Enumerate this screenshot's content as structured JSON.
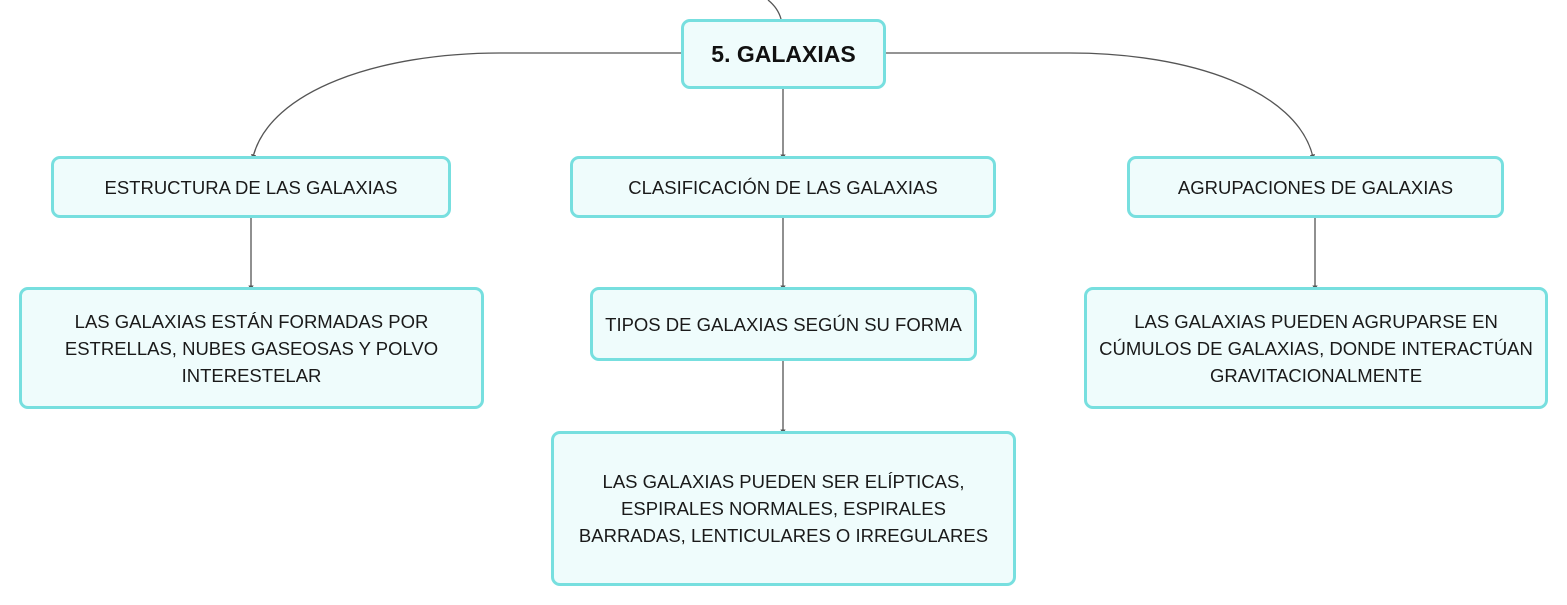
{
  "theme": {
    "node_fill": "#effcfc",
    "node_border": "#77dfdf",
    "line_color": "#555555",
    "text_color": "#1a1a1a"
  },
  "diagram": {
    "root": {
      "label": "5. GALAXIAS"
    },
    "branches": [
      {
        "label": "ESTRUCTURA DE LAS GALAXIAS",
        "children": [
          {
            "label": "LAS GALAXIAS ESTÁN FORMADAS POR ESTRELLAS, NUBES GASEOSAS Y POLVO INTERESTELAR"
          }
        ]
      },
      {
        "label": "CLASIFICACIÓN DE LAS GALAXIAS",
        "children": [
          {
            "label": "TIPOS DE GALAXIAS SEGÚN SU FORMA",
            "children": [
              {
                "label": "LAS GALAXIAS PUEDEN SER ELÍPTICAS, ESPIRALES NORMALES, ESPIRALES BARRADAS, LENTICULARES O IRREGULARES"
              }
            ]
          }
        ]
      },
      {
        "label": "AGRUPACIONES DE GALAXIAS",
        "children": [
          {
            "label": "LAS GALAXIAS PUEDEN AGRUPARSE EN CÚMULOS DE GALAXIAS, DONDE INTERACTÚAN GRAVITACIONALMENTE"
          }
        ]
      }
    ]
  }
}
